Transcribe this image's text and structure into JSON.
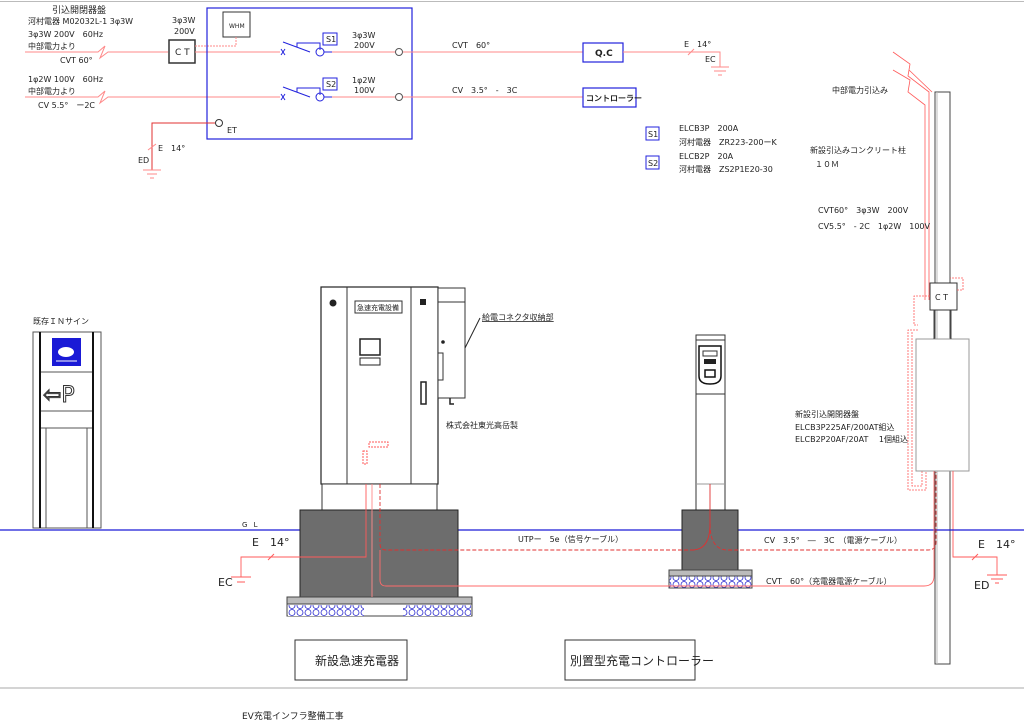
{
  "title": "EV充電インフラ整備工事",
  "main_panel": {
    "heading": "引込開閉器盤",
    "maker_line": "河村電器 M02032L-1 3φ3W",
    "feed_3phase": {
      "spec": "3φ3W 200V　60Hz",
      "source": "中部電力より",
      "cable": "CVT 60°"
    },
    "feed_1phase": {
      "spec": "1φ2W 100V　60Hz",
      "source": "中部電力より",
      "cable": "CV 5.5°　ー2C"
    },
    "ct_label_top": "3φ3W",
    "ct_label_voltage": "200V",
    "ct": "C T",
    "whm": "WHM",
    "s1": "S1",
    "s2": "S2",
    "s1_spec": "3φ3W",
    "s1_voltage": "200V",
    "s2_spec": "1φ2W",
    "s2_voltage": "100V",
    "et": "ET",
    "ground_left": {
      "cable": "E　14°",
      "label": "ED"
    }
  },
  "outputs": {
    "cvt_label": "CVT　60°",
    "cv_label": "CV　3.5°　-　3C",
    "qc_box": "Q.C",
    "controller_box": "コントローラー",
    "ground_qc": {
      "cable": "E　14°",
      "label": "EC"
    }
  },
  "legend": [
    {
      "tag": "S1",
      "line1": "ELCB3P　200A",
      "line2": "河村電器　ZR223-200ーK"
    },
    {
      "tag": "S2",
      "line1": "ELCB2P　20A",
      "line2": "河村電器　ZS2P1E20-30"
    }
  ],
  "pole": {
    "intake": "中部電力引込み",
    "name": "新設引込みコンクリート柱",
    "height": "１０Ｍ",
    "cable1": "CVT60°　3φ3W　200V",
    "cable2": "CV5.5°　- 2C　1φ2W　100V",
    "ct": "C T",
    "panel_title": "新設引込開閉器盤",
    "panel_line1": "ELCB3P225AF/200AT組込",
    "panel_line2": "ELCB2P20AF/20AT　 1個組込",
    "ground": {
      "cable": "E　14°",
      "label": "ED"
    }
  },
  "sign": {
    "label": "既存ＩＮサイン",
    "arrow_text": "⇦P"
  },
  "charger": {
    "panel_label": "急速充電設備",
    "connector_label": "給電コネクタ収納部",
    "maker": "株式会社東光高岳製",
    "ground": {
      "cable": "E　14°",
      "label": "EC"
    }
  },
  "ground_line": "G L",
  "underground": {
    "utp": "UTPー　5e（信号ケーブル）",
    "cv": "CV　3.5°　―　3C　（電源ケーブル）",
    "cvt": "CVT　60°（充電器電源ケーブル）"
  },
  "captions": {
    "charger": "新設急速充電器",
    "controller": "別置型充電コントローラー"
  },
  "colors": {
    "wire": "#ff5a5a",
    "panel": "#2222dd",
    "foundation": "#6d6d6d",
    "gl": "#1a1ad6"
  }
}
